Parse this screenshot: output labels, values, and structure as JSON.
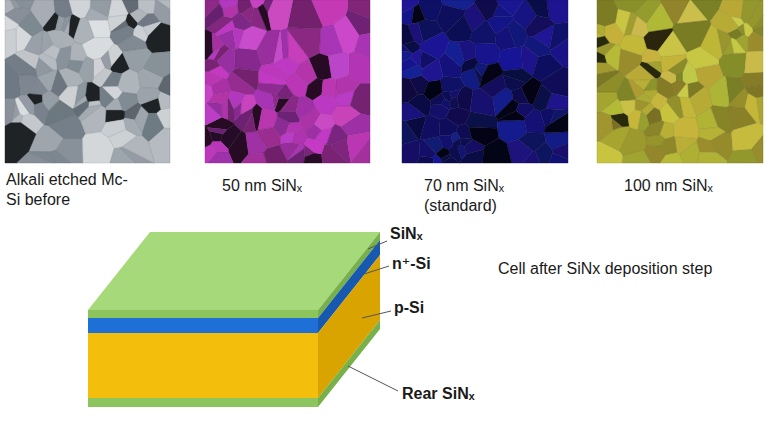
{
  "diagram": {
    "labels": [
      "Alkali etched Mc-Si before",
      "50 nm SiNₓ",
      "70 nm SiNₓ (standard)",
      "100 nm SiNₓ",
      "SiNₓ",
      "n⁺-Si",
      "p-Si",
      "Cell after SiNx deposition step",
      "Rear SiNₓ"
    ]
  }
}
